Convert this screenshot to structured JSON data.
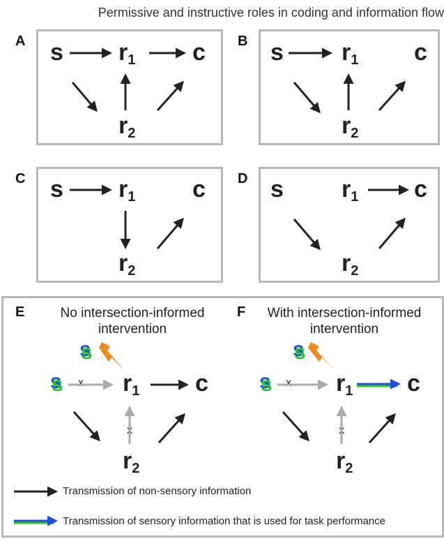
{
  "title": "Permissive and instructive roles in coding and information flow",
  "panels": {
    "A": {
      "letter": "A"
    },
    "B": {
      "letter": "B"
    },
    "C": {
      "letter": "C"
    },
    "D": {
      "letter": "D"
    },
    "E": {
      "letter": "E",
      "caption_line1": "No intersection-informed",
      "caption_line2": "intervention"
    },
    "F": {
      "letter": "F",
      "caption_line1": "With intersection-informed",
      "caption_line2": "intervention"
    }
  },
  "nodes": {
    "s": "s",
    "r": "r",
    "c": "c",
    "sub1": "1",
    "sub2": "2",
    "x_mark": "x"
  },
  "legend": {
    "black": "Transmission of non-sensory information",
    "colored": "Transmission of sensory information that is used for task performance"
  },
  "colors": {
    "arrow_black": "#222222",
    "arrow_gray": "#aaaaaa",
    "box_border": "#b8b8b8",
    "sensory_blue": "#1f4fd8",
    "sensory_green": "#2bc42b",
    "lightning": "#f08a1c"
  }
}
